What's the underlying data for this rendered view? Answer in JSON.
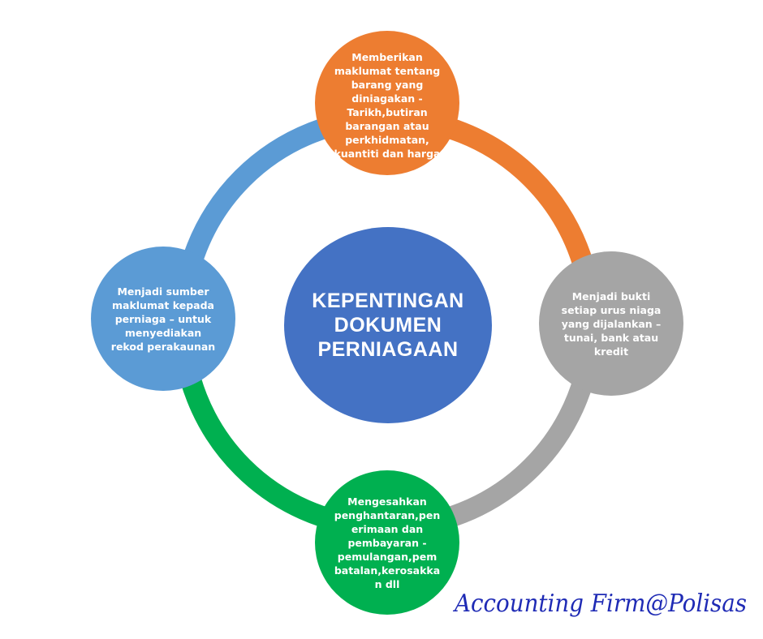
{
  "colors": {
    "center": "#4472c4",
    "top": "#ed7d31",
    "right": "#a5a5a5",
    "bottom": "#00b050",
    "left": "#5b9bd5",
    "signature": "#1f2bb5"
  },
  "center": {
    "label": "KEPENTINGAN\nDOKUMEN\nPERNIAGAAN"
  },
  "nodes": {
    "top": {
      "text": "Memberikan\nmaklumat tentang\nbarang yang\ndiniagakan -\nTarikh,butiran\nbarangan atau\nperkhidmatan,\nkuantiti dan harga"
    },
    "right": {
      "text": "Menjadi bukti\nsetiap urus niaga\nyang dijalankan  –\ntunai, bank atau\nkredit"
    },
    "bottom": {
      "text": "Mengesahkan\npenghantaran,pen\nerimaan dan\npembayaran -\npemulangan,pem\nbatalan,kerosakka\nn dll"
    },
    "left": {
      "text": "Menjadi sumber\nmaklumat kepada\nperniaga – untuk\nmenyediakan\nrekod perakaunan"
    }
  },
  "watermark": {
    "text": "Accounting Firm@Polisas"
  }
}
